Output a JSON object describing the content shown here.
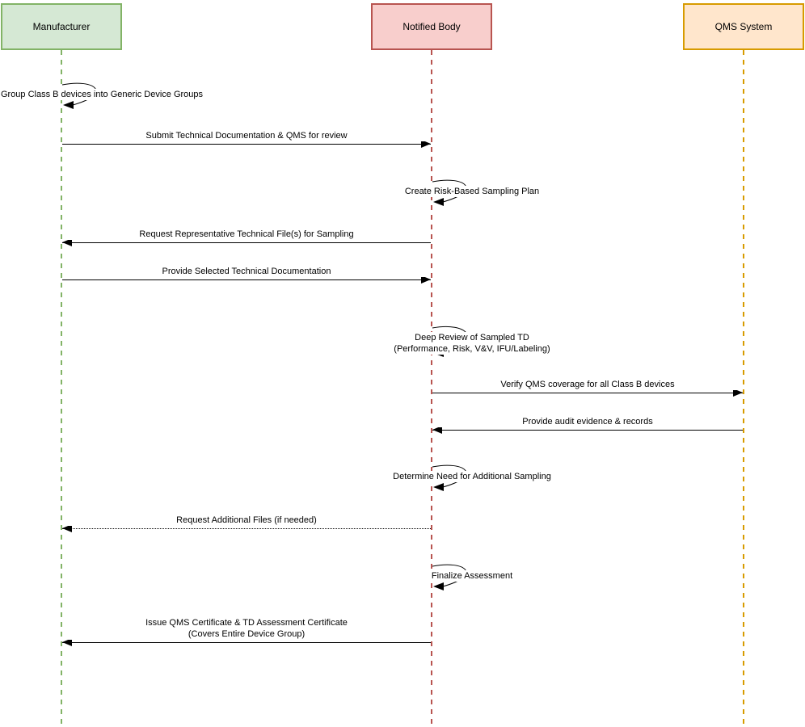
{
  "diagram": {
    "type": "sequence-diagram",
    "actors": [
      {
        "id": "manufacturer",
        "label": "Manufacturer",
        "fill": "#d5e8d4",
        "stroke": "#82b366"
      },
      {
        "id": "notified-body",
        "label": "Notified Body",
        "fill": "#f8cecc",
        "stroke": "#b85450"
      },
      {
        "id": "qms-system",
        "label": "QMS System",
        "fill": "#ffe6cc",
        "stroke": "#d79b00"
      }
    ],
    "messages": [
      {
        "type": "self",
        "actor": "manufacturer",
        "line_style": "solid",
        "label": "Group Class B devices into Generic Device Groups"
      },
      {
        "type": "arrow",
        "from": "manufacturer",
        "to": "notified-body",
        "line_style": "solid",
        "label": "Submit Technical Documentation & QMS for review"
      },
      {
        "type": "self",
        "actor": "notified-body",
        "line_style": "solid",
        "label": "Create Risk-Based Sampling Plan"
      },
      {
        "type": "arrow",
        "from": "notified-body",
        "to": "manufacturer",
        "line_style": "solid",
        "label": "Request Representative Technical File(s) for Sampling"
      },
      {
        "type": "arrow",
        "from": "manufacturer",
        "to": "notified-body",
        "line_style": "solid",
        "label": "Provide Selected Technical Documentation"
      },
      {
        "type": "self",
        "actor": "notified-body",
        "line_style": "solid",
        "label": "Deep Review of Sampled TD\n(Performance, Risk, V&V, IFU/Labeling)"
      },
      {
        "type": "arrow",
        "from": "notified-body",
        "to": "qms-system",
        "line_style": "solid",
        "label": "Verify QMS coverage for all Class B devices"
      },
      {
        "type": "arrow",
        "from": "qms-system",
        "to": "notified-body",
        "line_style": "solid",
        "label": "Provide audit evidence & records"
      },
      {
        "type": "self",
        "actor": "notified-body",
        "line_style": "solid",
        "label": "Determine Need for Additional Sampling"
      },
      {
        "type": "arrow",
        "from": "notified-body",
        "to": "manufacturer",
        "line_style": "dotted",
        "label": "Request Additional Files (if needed)"
      },
      {
        "type": "self",
        "actor": "notified-body",
        "line_style": "solid",
        "label": "Finalize Assessment"
      },
      {
        "type": "arrow",
        "from": "notified-body",
        "to": "manufacturer",
        "line_style": "solid",
        "label": "Issue QMS Certificate & TD Assessment Certificate\n(Covers Entire Device Group)"
      }
    ],
    "colors": {
      "line": "#000000",
      "background": "#ffffff"
    }
  }
}
